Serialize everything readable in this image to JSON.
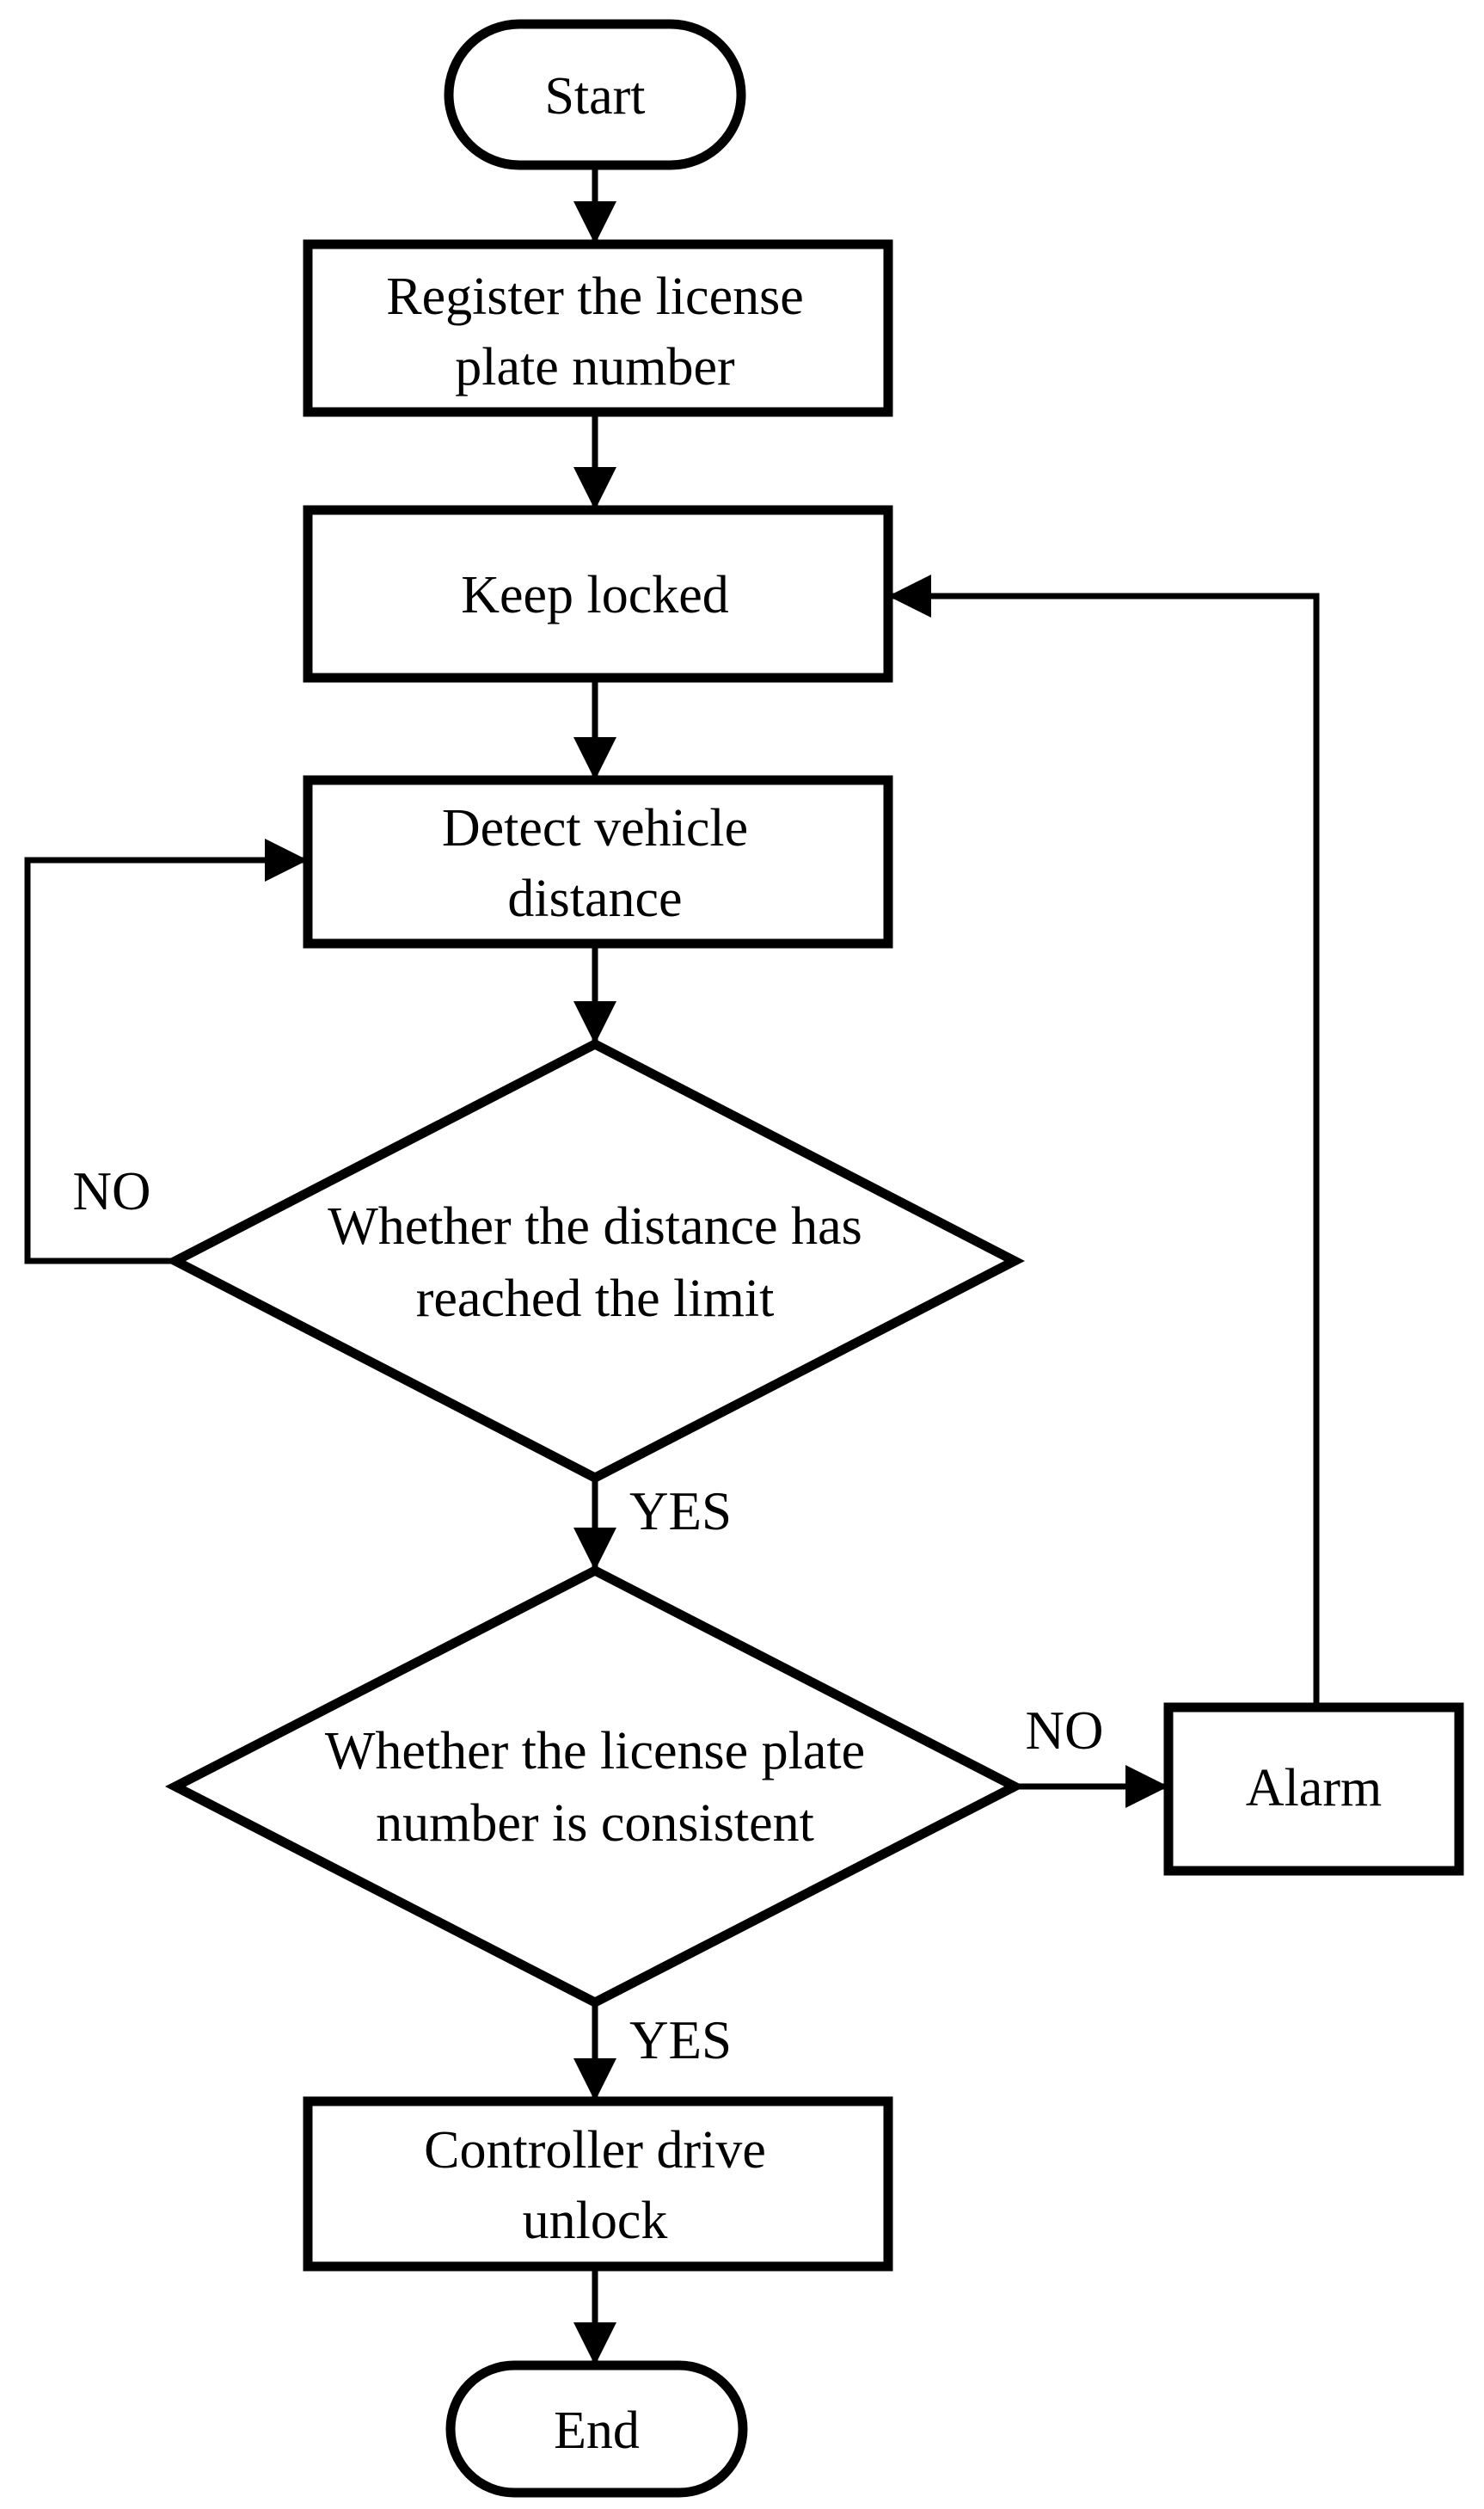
{
  "flowchart": {
    "nodes": {
      "start": {
        "label": "Start"
      },
      "register": {
        "lines": [
          "Register the license",
          "plate number"
        ]
      },
      "keep_locked": {
        "label": "Keep locked"
      },
      "detect": {
        "lines": [
          "Detect vehicle",
          "distance"
        ]
      },
      "decision_distance": {
        "lines": [
          "Whether the distance has",
          "reached the limit"
        ]
      },
      "decision_plate": {
        "lines": [
          "Whether the license plate",
          "number is consistent"
        ]
      },
      "alarm": {
        "label": "Alarm"
      },
      "unlock": {
        "lines": [
          "Controller drive",
          "unlock"
        ]
      },
      "end": {
        "label": "End"
      }
    },
    "edge_labels": {
      "distance_no": "NO",
      "distance_yes": "YES",
      "plate_no": "NO",
      "plate_yes": "YES"
    },
    "colors": {
      "stroke": "#000000",
      "background": "#ffffff",
      "text": "#000000"
    }
  }
}
